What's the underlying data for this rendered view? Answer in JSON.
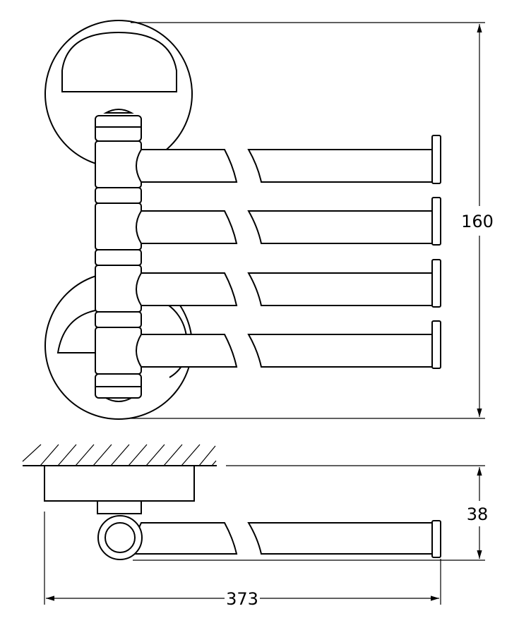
{
  "dimensions": {
    "height_total": "160",
    "depth": "38",
    "length": "373"
  }
}
